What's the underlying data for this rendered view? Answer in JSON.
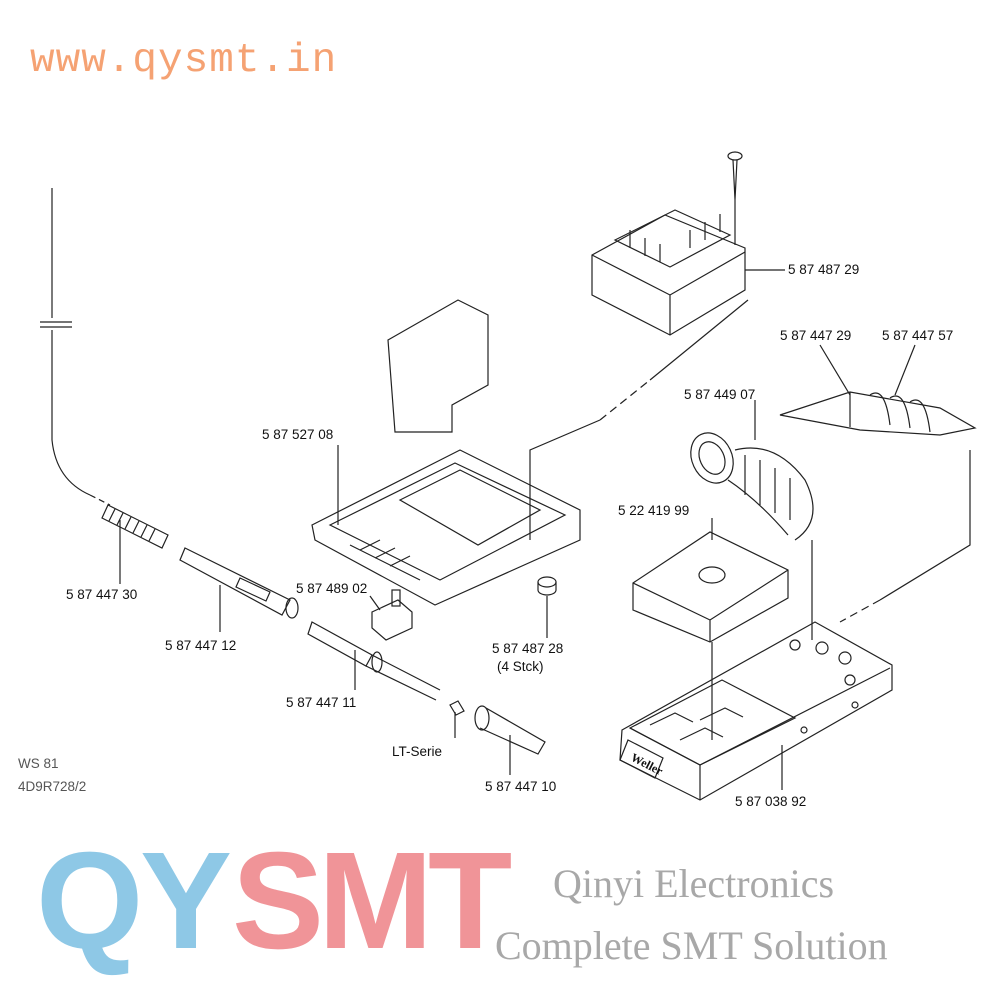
{
  "watermark_url": "www.qysmt.in",
  "parts": [
    {
      "id": "transformer",
      "number": "5 87 487 29"
    },
    {
      "id": "holder-left",
      "number": "5 87 447 29"
    },
    {
      "id": "holder-right",
      "number": "5 87 447 57"
    },
    {
      "id": "spiral-holder",
      "number": "5 87 449 07"
    },
    {
      "id": "housing-cover",
      "number": "5 87 527 08"
    },
    {
      "id": "sponge",
      "number": "5 22 419 99"
    },
    {
      "id": "cable-sleeve",
      "number": "5 87 447 30"
    },
    {
      "id": "knob",
      "number": "5 87 489 02"
    },
    {
      "id": "handle",
      "number": "5 87 447 12"
    },
    {
      "id": "foot",
      "number": "5 87 487 28",
      "note": "(4  Stck)"
    },
    {
      "id": "heater",
      "number": "5 87 447 11"
    },
    {
      "id": "tip",
      "number": "LT-Serie"
    },
    {
      "id": "nut-sleeve",
      "number": "5 87 447 10"
    },
    {
      "id": "base",
      "number": "5 87 038 92"
    }
  ],
  "model": "WS 81",
  "drawing_code": "4D9R728/2",
  "brand_mark": "Weller",
  "logo": {
    "letters": [
      "Q",
      "Y",
      "S",
      "M",
      "T"
    ],
    "line1": "Qinyi Electronics",
    "line2": "Complete SMT Solution",
    "colors": {
      "blue": "#8ec8e6",
      "pink": "#f09498",
      "gray": "#a8a8a8",
      "url": "#f5a273"
    }
  }
}
